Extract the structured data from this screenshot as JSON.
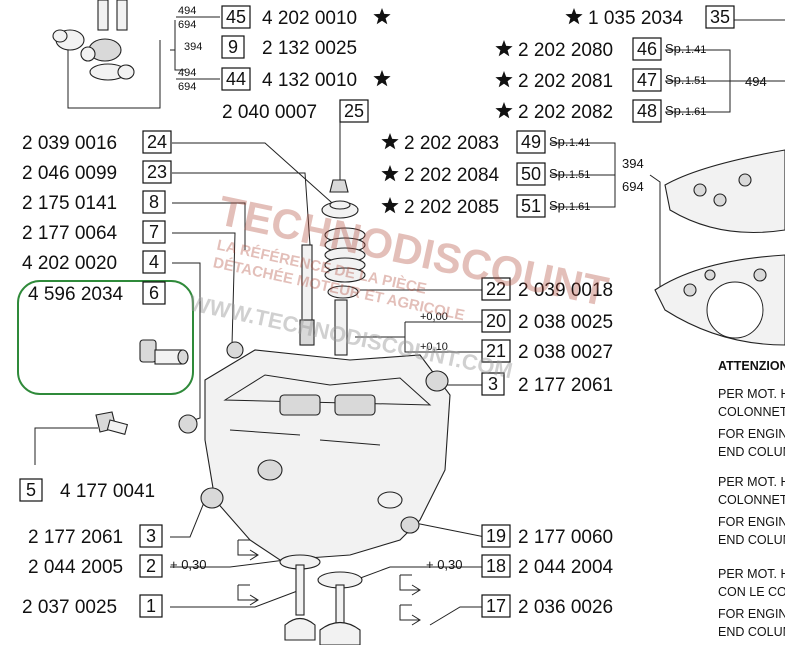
{
  "watermark": {
    "brand": "TECHNODISCOUNT",
    "tagline1": "LA RÉFÉRENCE DE LA PIÈCE",
    "tagline2": "DÉTACHÉE MOTEUR ET AGRICOLE",
    "url": "WWW.TECHNODISCOUNT.COM"
  },
  "callouts": [
    {
      "id": "c45",
      "num": "45",
      "part": "4 202 0010",
      "star": true,
      "fraction_top": "494",
      "fraction_bottom": "694"
    },
    {
      "id": "c9",
      "num": "9",
      "part": "2 132 0025",
      "star": false,
      "prefix": "394"
    },
    {
      "id": "c44",
      "num": "44",
      "part": "4 132 0010",
      "star": true,
      "fraction_top": "494",
      "fraction_bottom": "694"
    },
    {
      "id": "c25",
      "num": "25",
      "part": "2 040 0007",
      "star": false
    },
    {
      "id": "c24",
      "num": "24",
      "part": "2 039 0016",
      "star": false
    },
    {
      "id": "c23",
      "num": "23",
      "part": "2 046 0099",
      "star": false
    },
    {
      "id": "c8",
      "num": "8",
      "part": "2 175 0141",
      "star": false
    },
    {
      "id": "c7",
      "num": "7",
      "part": "2 177 0064",
      "star": false
    },
    {
      "id": "c4",
      "num": "4",
      "part": "4 202 0020",
      "star": false
    },
    {
      "id": "c6",
      "num": "6",
      "part": "4 596 2034",
      "star": false
    },
    {
      "id": "c5",
      "num": "5",
      "part": "4 177 0041",
      "star": false
    },
    {
      "id": "c3a",
      "num": "3",
      "part": "2 177 2061",
      "star": false
    },
    {
      "id": "c2",
      "num": "2",
      "part": "2 044 2005",
      "star": false,
      "suffix": "+ 0,30"
    },
    {
      "id": "c1",
      "num": "1",
      "part": "2 037 0025",
      "star": false
    },
    {
      "id": "c35",
      "num": "35",
      "part": "1 035 2034",
      "star": true
    },
    {
      "id": "c46",
      "num": "46",
      "part": "2 202 2080",
      "star": true,
      "sp": "Sp.",
      "sp_val": "1.41"
    },
    {
      "id": "c47",
      "num": "47",
      "part": "2 202 2081",
      "star": true,
      "sp": "Sp.",
      "sp_val": "1.51"
    },
    {
      "id": "c48",
      "num": "48",
      "part": "2 202 2082",
      "star": true,
      "sp": "Sp.",
      "sp_val": "1.61"
    },
    {
      "id": "c49",
      "num": "49",
      "part": "2 202 2083",
      "star": true,
      "sp": "Sp.",
      "sp_val": "1.41"
    },
    {
      "id": "c50",
      "num": "50",
      "part": "2 202 2084",
      "star": true,
      "sp": "Sp.",
      "sp_val": "1.51"
    },
    {
      "id": "c51",
      "num": "51",
      "part": "2 202 2085",
      "star": true,
      "sp": "Sp.",
      "sp_val": "1.61"
    },
    {
      "id": "c22",
      "num": "22",
      "part": "2 039 0018",
      "star": false
    },
    {
      "id": "c20",
      "num": "20",
      "part": "2 038 0025",
      "star": false,
      "offset": "+0,00"
    },
    {
      "id": "c21",
      "num": "21",
      "part": "2 038 0027",
      "star": false,
      "offset": "+0,10"
    },
    {
      "id": "c3b",
      "num": "3",
      "part": "2 177 2061",
      "star": false
    },
    {
      "id": "c19",
      "num": "19",
      "part": "2 177 0060",
      "star": false
    },
    {
      "id": "c18",
      "num": "18",
      "part": "2 044 2004",
      "star": false,
      "prefix": "+ 0,30"
    },
    {
      "id": "c17",
      "num": "17",
      "part": "2 036 0026",
      "star": false
    }
  ],
  "group_labels": {
    "g494": "494",
    "g394": "394",
    "g694": "694"
  },
  "notes": {
    "title": "ATTENZION",
    "block1": [
      "PER MOT. H",
      "COLONNET",
      "FOR ENGIN",
      "END COLUM"
    ],
    "block2": [
      "PER MOT. H",
      "COLONNET",
      "FOR ENGIN",
      "END COLUM"
    ],
    "block3": [
      "PER MOT. H",
      "CON LE CO",
      "FOR ENGIN",
      "END COLUM"
    ]
  },
  "colors": {
    "highlight": "#2f8a3a",
    "watermark": "#b04a3a"
  }
}
